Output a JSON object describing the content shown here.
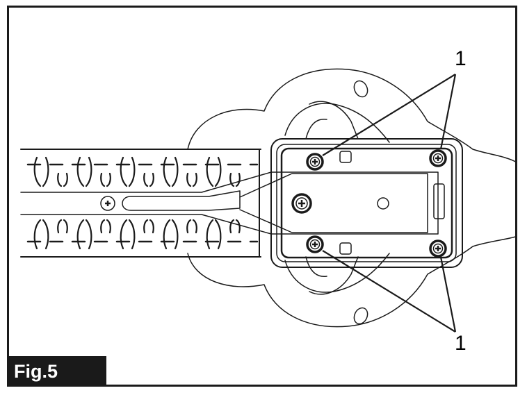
{
  "figure": {
    "label": "Fig.5",
    "callouts": [
      {
        "text": "1",
        "refers_to": "screw"
      },
      {
        "text": "1",
        "refers_to": "screw"
      }
    ]
  },
  "colors": {
    "line": "#1a1a1a",
    "background": "#ffffff",
    "label_bg": "#1a1a1a",
    "label_text": "#ffffff"
  },
  "icons": [
    "screw-icon",
    "blade-tooth-icon",
    "leader-line",
    "hole-icon"
  ]
}
